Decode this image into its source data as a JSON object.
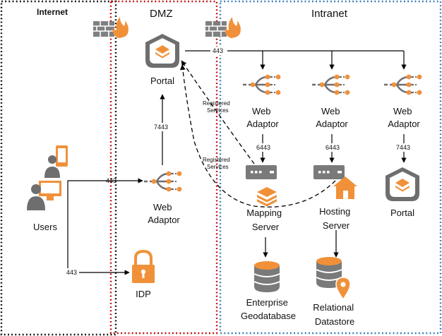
{
  "zones": {
    "internet": "Internet",
    "dmz": "DMZ",
    "intranet": "Intranet"
  },
  "nodes": {
    "users": "Users",
    "portal_dmz": "Portal",
    "web_adaptor_dmz": [
      "Web",
      "Adaptor"
    ],
    "idp": "IDP",
    "web_adaptor_1": [
      "Web",
      "Adaptor"
    ],
    "web_adaptor_2": [
      "Web",
      "Adaptor"
    ],
    "web_adaptor_3": [
      "Web",
      "Adaptor"
    ],
    "mapping_server": [
      "Mapping",
      "Server"
    ],
    "hosting_server": [
      "Hosting",
      "Server"
    ],
    "portal_intranet": "Portal",
    "enterprise_geodatabase": [
      "Enterprise",
      "Geodatabase"
    ],
    "relational_datastore": [
      "Relational",
      "Datastore"
    ]
  },
  "ports": {
    "users_to_wa": "443",
    "users_to_idp": "443",
    "wa_to_portal": "7443",
    "portal_to_intranet": "443",
    "wa1_to_mapping": "6443",
    "wa2_to_hosting": "6443",
    "wa3_to_portal": "7443"
  },
  "annotations": {
    "registered_services_1": [
      "Registered",
      "Services"
    ],
    "registered_services_2": [
      "Registered",
      "Services"
    ]
  },
  "colors": {
    "accent_orange": "#f0913a",
    "icon_gray": "#6e6e6e",
    "server_gray": "#7a7a7a",
    "dmz_border": "#c00000",
    "intranet_border": "#2e75b6",
    "internet_border": "#000000",
    "firewall_gray": "#808080"
  },
  "icons": {
    "firewall_dmz": "firewall-icon",
    "firewall_intranet": "firewall-icon",
    "idp": "padlock-icon",
    "users": "user-devices-icon",
    "web_adaptor": "web-adaptor-icon",
    "portal": "portal-icon",
    "server": "server-rack-icon",
    "database": "database-icon"
  }
}
